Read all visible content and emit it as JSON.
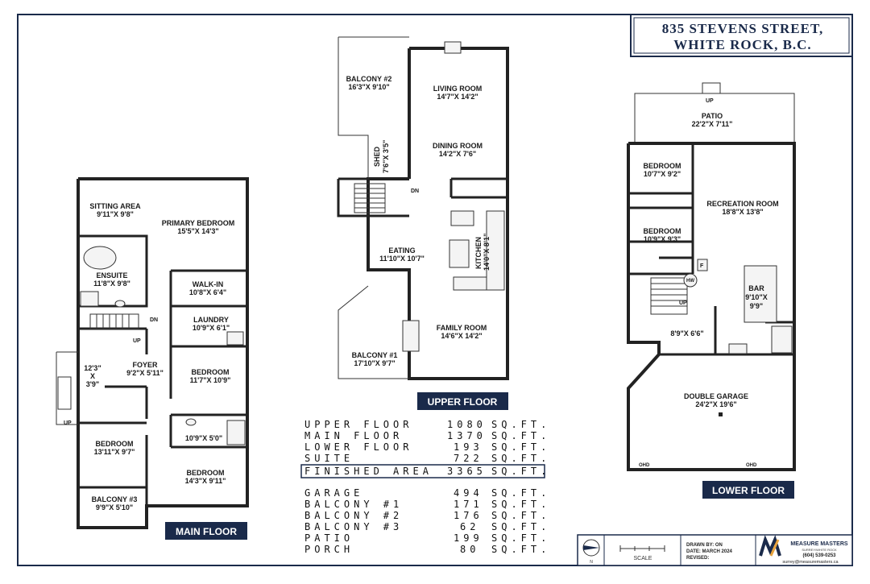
{
  "title": {
    "line1": "835 STEVENS STREET,",
    "line2": "WHITE ROCK, B.C."
  },
  "floors": {
    "main": "MAIN FLOOR",
    "upper": "UPPER FLOOR",
    "lower": "LOWER FLOOR"
  },
  "rooms": {
    "sitting_area": {
      "name": "SITTING AREA",
      "dim": "9'11\"X 9'8\""
    },
    "primary_bedroom": {
      "name": "PRIMARY BEDROOM",
      "dim": "15'5\"X 14'3\""
    },
    "ensuite": {
      "name": "ENSUITE",
      "dim": "11'8\"X 9'8\""
    },
    "walk_in": {
      "name": "WALK-IN",
      "dim": "10'8\"X 6'4\""
    },
    "laundry": {
      "name": "LAUNDRY",
      "dim": "10'9\"X 6'1\""
    },
    "foyer": {
      "name": "FOYER",
      "dim": "9'2\"X 5'11\""
    },
    "porch": {
      "dim1": "12'3\"",
      "x": "X",
      "dim2": "3'9\""
    },
    "bedroom_m1": {
      "name": "BEDROOM",
      "dim": "11'7\"X 10'9\""
    },
    "bath_m": {
      "dim": "10'9\"X 5'0\""
    },
    "bedroom_m2": {
      "name": "BEDROOM",
      "dim": "13'11\"X 9'7\""
    },
    "bedroom_m3": {
      "name": "BEDROOM",
      "dim": "14'3\"X 9'11\""
    },
    "balcony3": {
      "name": "BALCONY #3",
      "dim": "9'9\"X 5'10\""
    },
    "balcony2": {
      "name": "BALCONY #2",
      "dim": "16'3\"X 9'10\""
    },
    "living_room": {
      "name": "LIVING ROOM",
      "dim": "14'7\"X 14'2\""
    },
    "dining_room": {
      "name": "DINING ROOM",
      "dim": "14'2\"X 7'6\""
    },
    "shed": {
      "name": "SHED",
      "dim": "7'6\"X 3'5\""
    },
    "eating": {
      "name": "EATING",
      "dim": "11'10\"X 10'7\""
    },
    "kitchen": {
      "name": "KITCHEN",
      "dim": "14'0\"X 8'1\""
    },
    "family_room": {
      "name": "FAMILY ROOM",
      "dim": "14'6\"X 14'2\""
    },
    "balcony1": {
      "name": "BALCONY #1",
      "dim": "17'10\"X 9'7\""
    },
    "patio": {
      "name": "PATIO",
      "dim": "22'2\"X 7'11\""
    },
    "bedroom_l1": {
      "name": "BEDROOM",
      "dim": "10'7\"X 9'2\""
    },
    "recreation_room": {
      "name": "RECREATION ROOM",
      "dim": "18'8\"X 13'8\""
    },
    "bedroom_l2": {
      "name": "BEDROOM",
      "dim": "10'9\"X 9'3\""
    },
    "bar": {
      "name": "BAR",
      "dim1": "9'10\"X",
      "dim2": "9'9\""
    },
    "hall_l": {
      "dim": "8'9\"X 6'6\""
    },
    "double_garage": {
      "name": "DOUBLE GARAGE",
      "dim": "24'2\"X 19'6\""
    }
  },
  "labels": {
    "dn": "DN",
    "up": "UP",
    "hw": "HW",
    "f": "F",
    "ohd": "OHD"
  },
  "areas": {
    "finished": [
      {
        "label": "UPPER FLOOR",
        "value": "1080",
        "unit": "SQ.FT."
      },
      {
        "label": "MAIN FLOOR",
        "value": "1370",
        "unit": "SQ.FT."
      },
      {
        "label": "LOWER FLOOR",
        "value": "193",
        "unit": "SQ.FT."
      },
      {
        "label": "SUITE",
        "value": "722",
        "unit": "SQ.FT."
      }
    ],
    "total": {
      "label": "FINISHED AREA",
      "value": "3365",
      "unit": "SQ.FT."
    },
    "other": [
      {
        "label": "GARAGE",
        "value": "494",
        "unit": "SQ.FT."
      },
      {
        "label": "BALCONY #1",
        "value": "171",
        "unit": "SQ.FT."
      },
      {
        "label": "BALCONY #2",
        "value": "176",
        "unit": "SQ.FT."
      },
      {
        "label": "BALCONY #3",
        "value": "62",
        "unit": "SQ.FT."
      },
      {
        "label": "PATIO",
        "value": "199",
        "unit": "SQ.FT."
      },
      {
        "label": "PORCH",
        "value": "80",
        "unit": "SQ.FT."
      }
    ]
  },
  "titleblock": {
    "north": "N",
    "scale": "SCALE",
    "drawn_by": "DRAWN BY: ON",
    "date": "DATE: MARCH 2024",
    "revised": "REVISED:",
    "company": "MEASURE MASTERS",
    "company_sub": "SURREY/WHITE ROCK",
    "phone": "(604) 539-0253",
    "email": "surrey@measuremasters.ca"
  },
  "colors": {
    "navy": "#1a2a4a",
    "frame": "#1a2a4a",
    "logo_orange": "#e8a33d"
  }
}
